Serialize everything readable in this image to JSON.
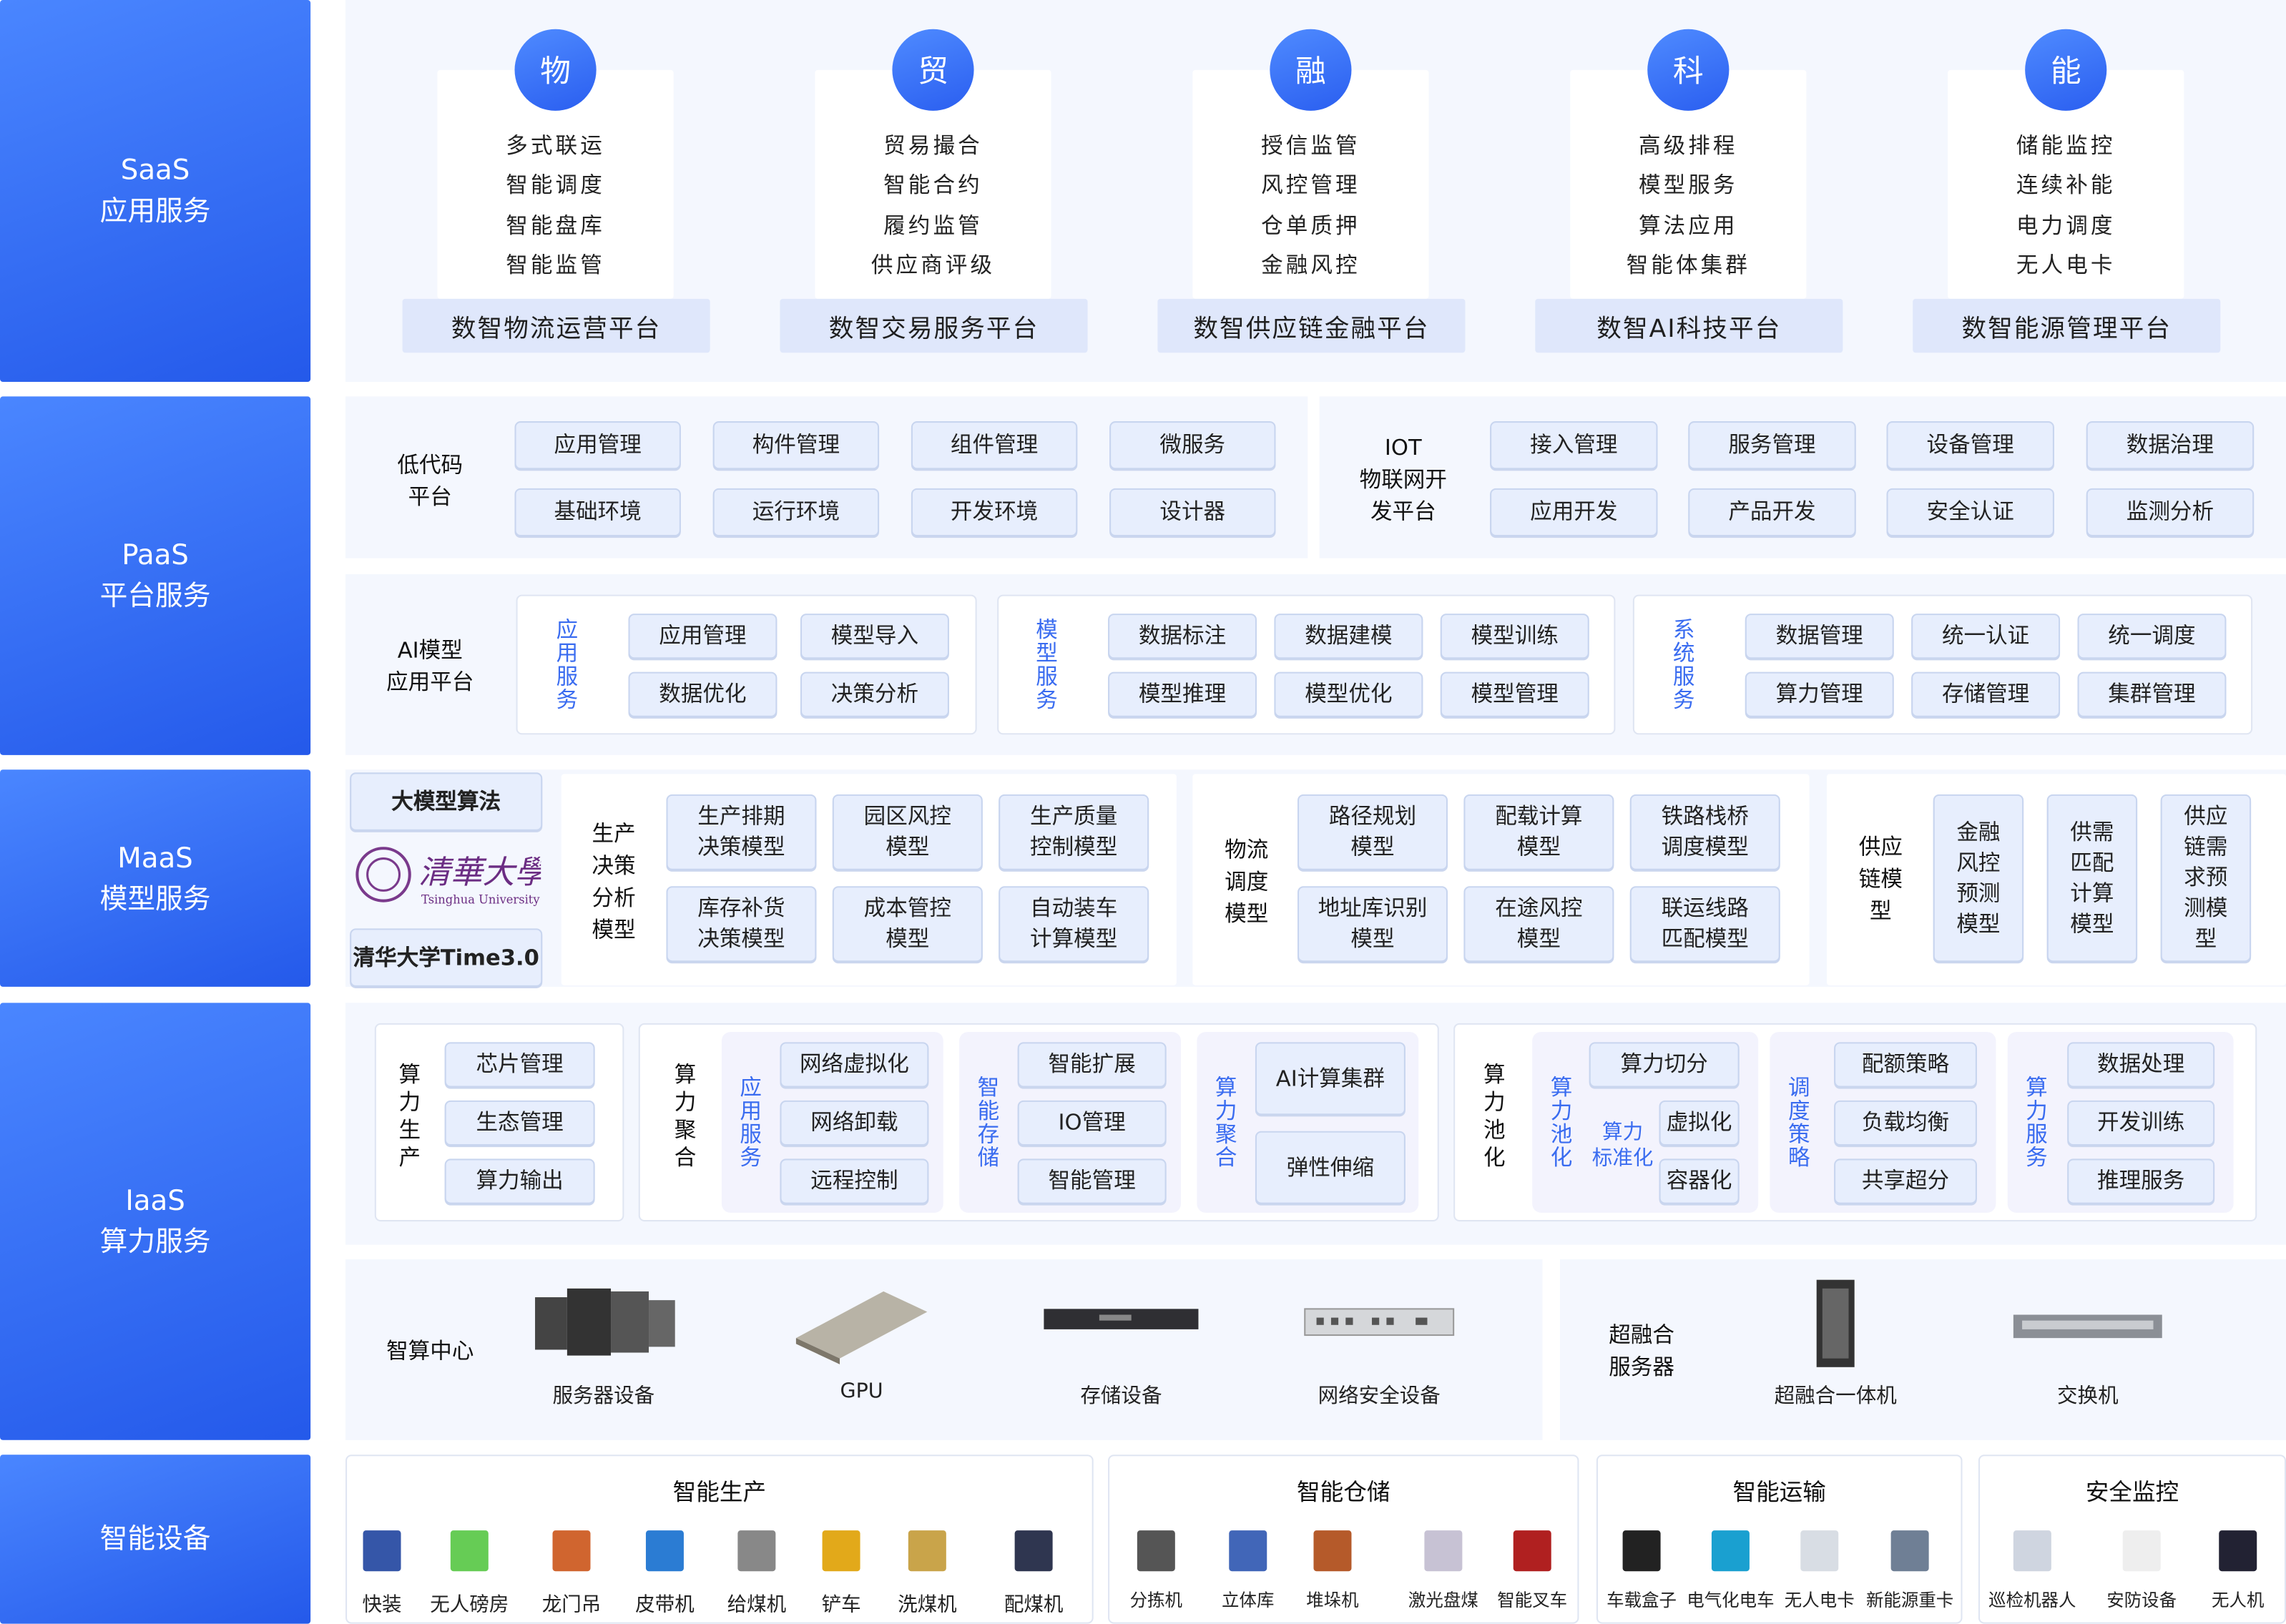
{
  "layers": [
    {
      "label": "SaaS\n应用服务"
    },
    {
      "label": "PaaS\n平台服务"
    },
    {
      "label": "MaaS\n模型服务"
    },
    {
      "label": "IaaS\n算力服务"
    },
    {
      "label": "智能设备"
    }
  ],
  "saas": [
    {
      "icon": "物",
      "items": [
        "多式联运",
        "智能调度",
        "智能盘库",
        "智能监管"
      ],
      "platform": "数智物流运营平台"
    },
    {
      "icon": "贸",
      "items": [
        "贸易撮合",
        "智能合约",
        "履约监管",
        "供应商评级"
      ],
      "platform": "数智交易服务平台"
    },
    {
      "icon": "融",
      "items": [
        "授信监管",
        "风控管理",
        "仓单质押",
        "金融风控"
      ],
      "platform": "数智供应链金融平台"
    },
    {
      "icon": "科",
      "items": [
        "高级排程",
        "模型服务",
        "算法应用",
        "智能体集群"
      ],
      "platform": "数智AI科技平台"
    },
    {
      "icon": "能",
      "items": [
        "储能监控",
        "连续补能",
        "电力调度",
        "无人电卡"
      ],
      "platform": "数智能源管理平台"
    }
  ],
  "paas": {
    "lowcode": {
      "label": "低代码\n平台",
      "buttons": [
        "应用管理",
        "构件管理",
        "组件管理",
        "微服务",
        "基础环境",
        "运行环境",
        "开发环境",
        "设计器"
      ]
    },
    "iot": {
      "label": "IOT\n物联网开\n发平台",
      "buttons": [
        "接入管理",
        "服务管理",
        "设备管理",
        "数据治理",
        "应用开发",
        "产品开发",
        "安全认证",
        "监测分析"
      ]
    },
    "ai": {
      "label": "AI模型\n应用平台",
      "groups": [
        {
          "label": "应用服务",
          "buttons": [
            "应用管理",
            "模型导入",
            "数据优化",
            "决策分析"
          ]
        },
        {
          "label": "模型服务",
          "buttons": [
            "数据标注",
            "数据建模",
            "模型训练",
            "模型推理",
            "模型优化",
            "模型管理"
          ]
        },
        {
          "label": "系统服务",
          "buttons": [
            "数据管理",
            "统一认证",
            "统一调度",
            "算力管理",
            "存储管理",
            "集群管理"
          ]
        }
      ]
    }
  },
  "maas": {
    "algo_label": "大模型算法",
    "logo_text": "清华大学 Tsinghua University",
    "time_label": "清华大学Time3.0",
    "groups": [
      {
        "label": "生产\n决策\n分析\n模型",
        "buttons": [
          "生产排期\n决策模型",
          "园区风控\n模型",
          "生产质量\n控制模型",
          "库存补货\n决策模型",
          "成本管控\n模型",
          "自动装车\n计算模型"
        ]
      },
      {
        "label": "物流\n调度\n模型",
        "buttons": [
          "路径规划\n模型",
          "配载计算\n模型",
          "铁路栈桥\n调度模型",
          "地址库识别\n模型",
          "在途风控\n模型",
          "联运线路\n匹配模型"
        ]
      },
      {
        "label": "供应\n链模\n型",
        "buttons": [
          "金融\n风控\n预测\n模型",
          "供需\n匹配\n计算\n模型",
          "供应\n链需\n求预\n测模\n型"
        ]
      }
    ]
  },
  "iaas": {
    "production": {
      "label": "算力生产",
      "buttons": [
        "芯片管理",
        "生态管理",
        "算力输出"
      ]
    },
    "aggregation": {
      "label": "算力聚合",
      "groups": [
        {
          "label": "应用服务",
          "buttons": [
            "网络虚拟化",
            "网络卸载",
            "远程控制"
          ]
        },
        {
          "label": "智能存储",
          "buttons": [
            "智能扩展",
            "IO管理",
            "智能管理"
          ]
        },
        {
          "label": "算力聚合",
          "buttons": [
            "AI计算集群",
            "弹性伸缩"
          ]
        }
      ]
    },
    "pooling": {
      "label": "算力池化",
      "groups": [
        {
          "label": "算力池化",
          "sublabel": "算力\n标准化",
          "buttons": [
            "算力切分",
            "虚拟化",
            "容器化"
          ]
        },
        {
          "label": "调度策略",
          "buttons": [
            "配额策略",
            "负载均衡",
            "共享超分"
          ]
        },
        {
          "label": "算力服务",
          "buttons": [
            "数据处理",
            "开发训练",
            "推理服务"
          ]
        }
      ]
    },
    "datacenter": {
      "label": "智算中心",
      "devices": [
        "服务器设备",
        "GPU",
        "存储设备",
        "网络安全设备"
      ]
    },
    "hyper": {
      "label": "超融合\n服务器",
      "devices": [
        "超融合一体机",
        "交换机"
      ]
    }
  },
  "devices": [
    {
      "title": "智能生产",
      "items": [
        "快装",
        "无人磅房",
        "龙门吊",
        "皮带机",
        "给煤机",
        "铲车",
        "洗煤机",
        "配煤机"
      ]
    },
    {
      "title": "智能仓储",
      "items": [
        "分拣机",
        "立体库",
        "堆垛机",
        "激光盘煤",
        "智能叉车"
      ]
    },
    {
      "title": "智能运输",
      "items": [
        "车载盒子",
        "电气化电车",
        "无人电卡",
        "新能源重卡"
      ]
    },
    {
      "title": "安全监控",
      "items": [
        "巡检机器人",
        "安防设备",
        "无人机"
      ]
    }
  ]
}
